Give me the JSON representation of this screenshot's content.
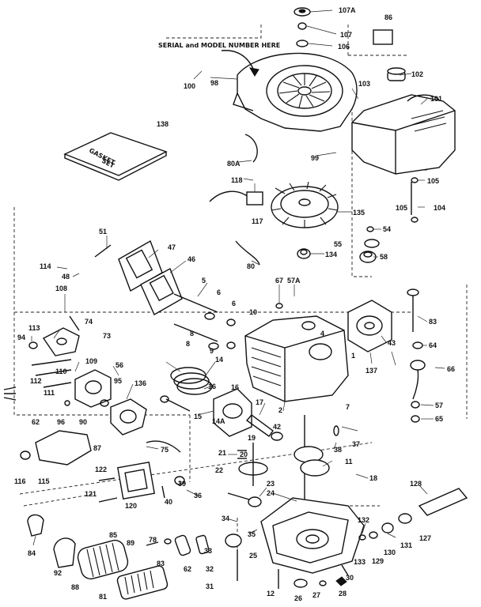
{
  "figure": {
    "callout_note": "SERIAL and MODEL NUMBER HERE",
    "gasket_set_text": [
      "GASKET",
      "SET"
    ]
  },
  "part_labels": {
    "p107A": "107A",
    "p107": "107",
    "p106": "106",
    "p86": "86",
    "p100": "100",
    "p98": "98",
    "p102": "102",
    "p103": "103",
    "p101": "101",
    "p138": "138",
    "p99": "99",
    "p80A": "80A",
    "p118": "118",
    "p105a": "105",
    "p105b": "105",
    "p104": "104",
    "p117": "117",
    "p135": "135",
    "p51": "51",
    "p47": "47",
    "p46": "46",
    "p55": "55",
    "p54": "54",
    "p58": "58",
    "p134": "134",
    "p114": "114",
    "p48": "48",
    "p80": "80",
    "p67": "67",
    "p57A": "57A",
    "p108a": "108",
    "p5": "5",
    "p6a": "6",
    "p6b": "6",
    "p74": "74",
    "p73": "73",
    "p8a": "8",
    "p10": "10",
    "p83": "83",
    "p113": "113",
    "p94": "94",
    "p8b": "8",
    "p9": "9",
    "p4": "4",
    "p64": "64",
    "p43": "43",
    "p109": "109",
    "p110": "110",
    "p56": "56",
    "p14": "14",
    "p1": "1",
    "p137": "137",
    "p66": "66",
    "p112": "112",
    "p111": "111",
    "p16a": "16",
    "p136": "136",
    "p16b": "16",
    "p95": "95",
    "p2": "2",
    "p15": "15",
    "p14A": "14A",
    "p17": "17",
    "p57": "57",
    "p7": "7",
    "p65": "65",
    "p62": "62",
    "p96": "96",
    "p90": "90",
    "p42": "42",
    "p37": "37",
    "p87": "87",
    "p19": "19",
    "p75": "75",
    "p38": "38",
    "p21": "21",
    "p20": "20",
    "p11": "11",
    "p116a": "116",
    "p115": "115",
    "p22": "22",
    "p18": "18",
    "p122": "122",
    "p121": "121",
    "p120": "120",
    "p39": "39",
    "p40": "40",
    "p36": "36",
    "p23": "23",
    "p24": "24",
    "p128": "128",
    "p34": "34",
    "p132": "132",
    "p35": "35",
    "p84": "84",
    "p92": "92",
    "p85": "85",
    "p89": "89",
    "p78": "78",
    "p25": "25",
    "p127": "127",
    "p131": "131",
    "p130": "130",
    "p129": "129",
    "p133": "133",
    "p83b": "83",
    "p33": "33",
    "p62b": "62",
    "p32": "32",
    "p30": "30",
    "p88": "88",
    "p31": "31",
    "p81": "81",
    "p12": "12",
    "p26": "26",
    "p27": "27",
    "p28": "28"
  }
}
